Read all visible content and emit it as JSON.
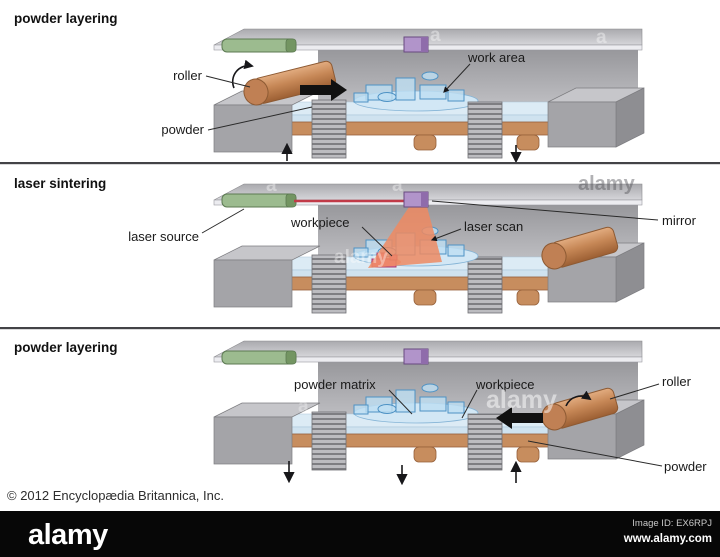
{
  "panels": [
    {
      "title": "powder layering",
      "labels": [
        {
          "text": "roller"
        },
        {
          "text": "powder"
        },
        {
          "text": "work area"
        }
      ]
    },
    {
      "title": "laser sintering",
      "labels": [
        {
          "text": "laser source"
        },
        {
          "text": "workpiece"
        },
        {
          "text": "laser scan"
        },
        {
          "text": "mirror"
        }
      ]
    },
    {
      "title": "powder layering",
      "labels": [
        {
          "text": "powder matrix"
        },
        {
          "text": "workpiece"
        },
        {
          "text": "roller"
        },
        {
          "text": "powder"
        }
      ]
    }
  ],
  "credit": "© 2012 Encyclopædia Britannica, Inc.",
  "watermark": {
    "logo": "alamy",
    "letter": "a",
    "image_id": "Image ID: EX6RPJ",
    "website": "www.alamy.com"
  },
  "colors": {
    "background": "#ffffff",
    "laser_source_green": "#9cbb8f",
    "laser_source_green_dark": "#739562",
    "mirror_purple": "#b194ca",
    "mirror_purple_dark": "#8f6cab",
    "roller_copper": "#c68756",
    "table_copper": "#c78d5e",
    "table_copper_dark": "#96603a",
    "powder_blue": "#dcebf5",
    "powder_blue_front": "#cfe2ef",
    "workpiece_blue": "#bedff2",
    "workpiece_outline": "#4e92c4",
    "laser_beam_red": "#c13a48",
    "laser_cone_orange": "#ef8a62",
    "sintered_pink": "#e2739f",
    "sintered_pink_dark": "#a93a6b",
    "machine_gray": "#a4a4a8",
    "machine_gray_light": "#c6c6ca",
    "machine_gray_dark": "#8e8e92",
    "divider_gray": "#434347",
    "alamy_bar_black": "#070707"
  }
}
